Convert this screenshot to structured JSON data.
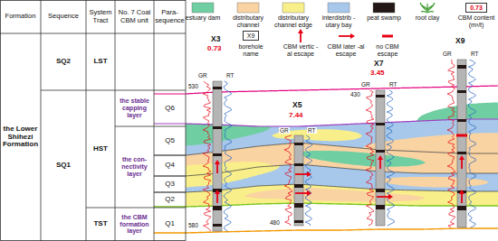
{
  "diagram": {
    "labels": [
      "Formation",
      "Sequence",
      "System Tract",
      "No. 7 Coal CBM unit",
      "Para-sequence",
      "the Lower Shihezi Formation",
      "SQ2",
      "SQ1",
      "LST",
      "HST",
      "TST",
      "the stable capping layer",
      "the con-nectivity layer",
      "the CBM formation layer",
      "Q6",
      "Q5",
      "Q4",
      "Q3",
      "Q2",
      "Q1",
      "X9",
      "0.73",
      "X3",
      "0.73",
      "GR",
      "RT",
      "530",
      "580",
      "X5",
      "7.44",
      "GR",
      "RT",
      "480",
      "X7",
      "3.45",
      "GR",
      "RT",
      "430",
      "X9",
      "GR",
      "RT"
    ],
    "legend": [
      {
        "text": "estuary dam",
        "color": "#6fcfa2"
      },
      {
        "text": "distributary channel",
        "color": "#f9d3a2"
      },
      {
        "text": "distributary channel edge",
        "color": "#f9ef8a"
      },
      {
        "text": "interdistrib -utary bay",
        "color": "#a7c8ea"
      },
      {
        "text": "peat swamp",
        "color": "#231815"
      },
      {
        "text": "root clay"
      },
      {
        "text": "CBM content (m³/t)"
      },
      {
        "text": "borehole name"
      },
      {
        "text": "CBM vertic -al escape"
      },
      {
        "text": "CBM later -al escape"
      },
      {
        "text": "no CBM escape"
      }
    ]
  }
}
